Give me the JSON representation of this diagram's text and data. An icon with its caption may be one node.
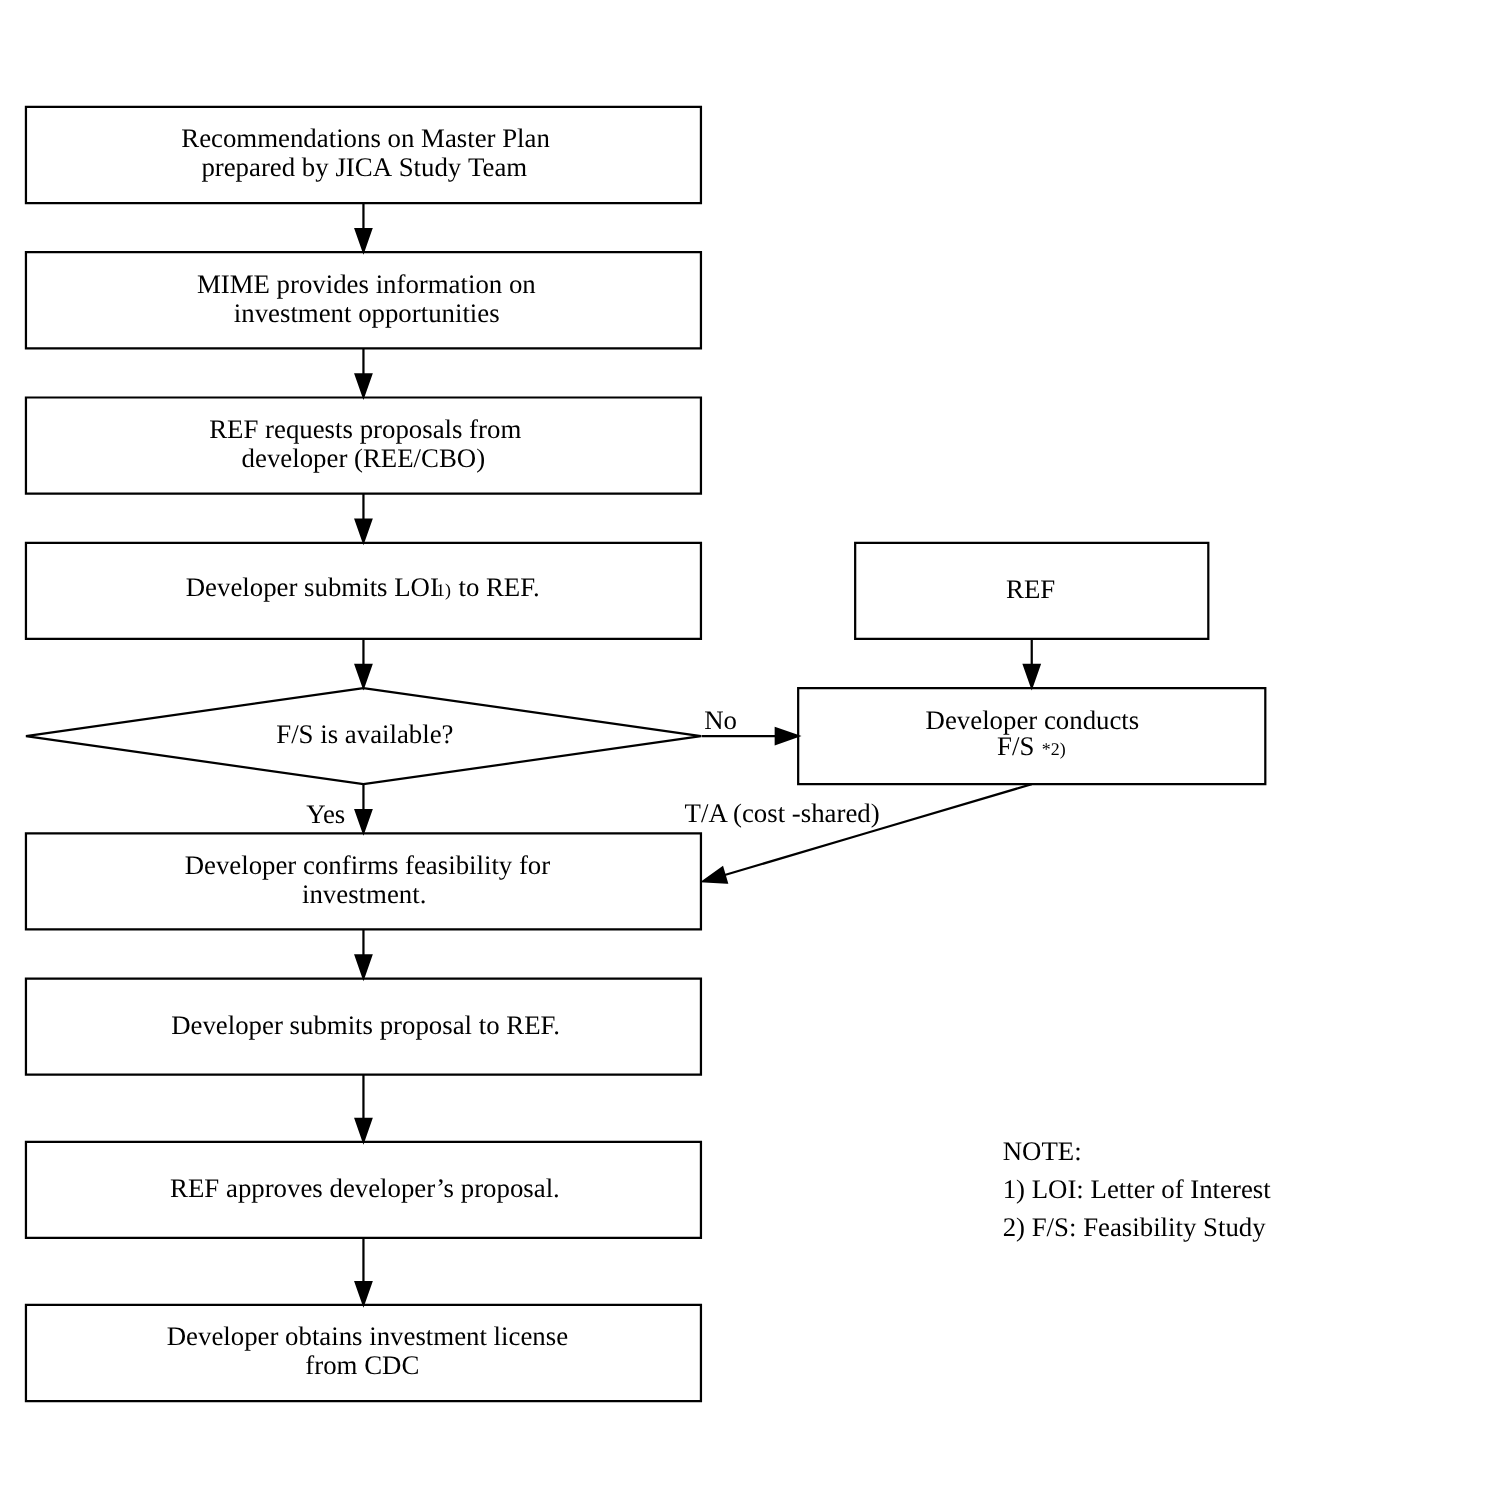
{
  "diagram": {
    "nodes": [
      {
        "text": [
          "Recommendations on Master Plan prepared by JICA Study Team"
        ]
      },
      {
        "text": [
          "MIME provides information on investment opportunities"
        ]
      },
      {
        "text": [
          "REF requests proposals from developer (REE/CBO)"
        ]
      },
      {
        "text": [
          "Developer submits LOI$^{1)}$ to REF."
        ]
      },
      {
        "text": [
          "REF"
        ]
      },
      {
        "text": [
          "F/S is available?"
        ]
      },
      {
        "text": [
          "Developer conducts F/S $^{*2)}$"
        ]
      },
      {
        "text": [
          "Developer confirms feasibility for investment."
        ]
      },
      {
        "text": [
          "Developer submits proposal to REF."
        ]
      },
      {
        "text": [
          "REF approves developer’s proposal."
        ]
      },
      {
        "text": [
          "Developer obtains investment license from CDC"
        ]
      }
    ],
    "edges": [
      {
        "from": 0,
        "to": 1,
        "arrow": "to"
      },
      {
        "from": 1,
        "to": 2,
        "arrow": "to"
      },
      {
        "from": 2,
        "to": 3,
        "arrow": "to"
      },
      {
        "from": 3,
        "to": 5,
        "arrow": "to"
      },
      {
        "from": 4,
        "to": 6,
        "arrow": "to"
      },
      {
        "from": 5,
        "to": 6,
        "arrow": "to",
        "label": "No"
      },
      {
        "from": 5,
        "to": 7,
        "arrow": "to",
        "label": "Yes"
      },
      {
        "from": 6,
        "to": 7,
        "arrow": "to",
        "label": "T/A (cost -shared)"
      },
      {
        "from": 7,
        "to": 8,
        "arrow": "to"
      },
      {
        "from": 8,
        "to": 9,
        "arrow": "to"
      },
      {
        "from": 9,
        "to": 10,
        "arrow": "to"
      }
    ],
    "labels": [
      "NOTE:",
      "1) LOI: Letter of Interest",
      "2) F/S: Feasibility Study"
    ]
  }
}
